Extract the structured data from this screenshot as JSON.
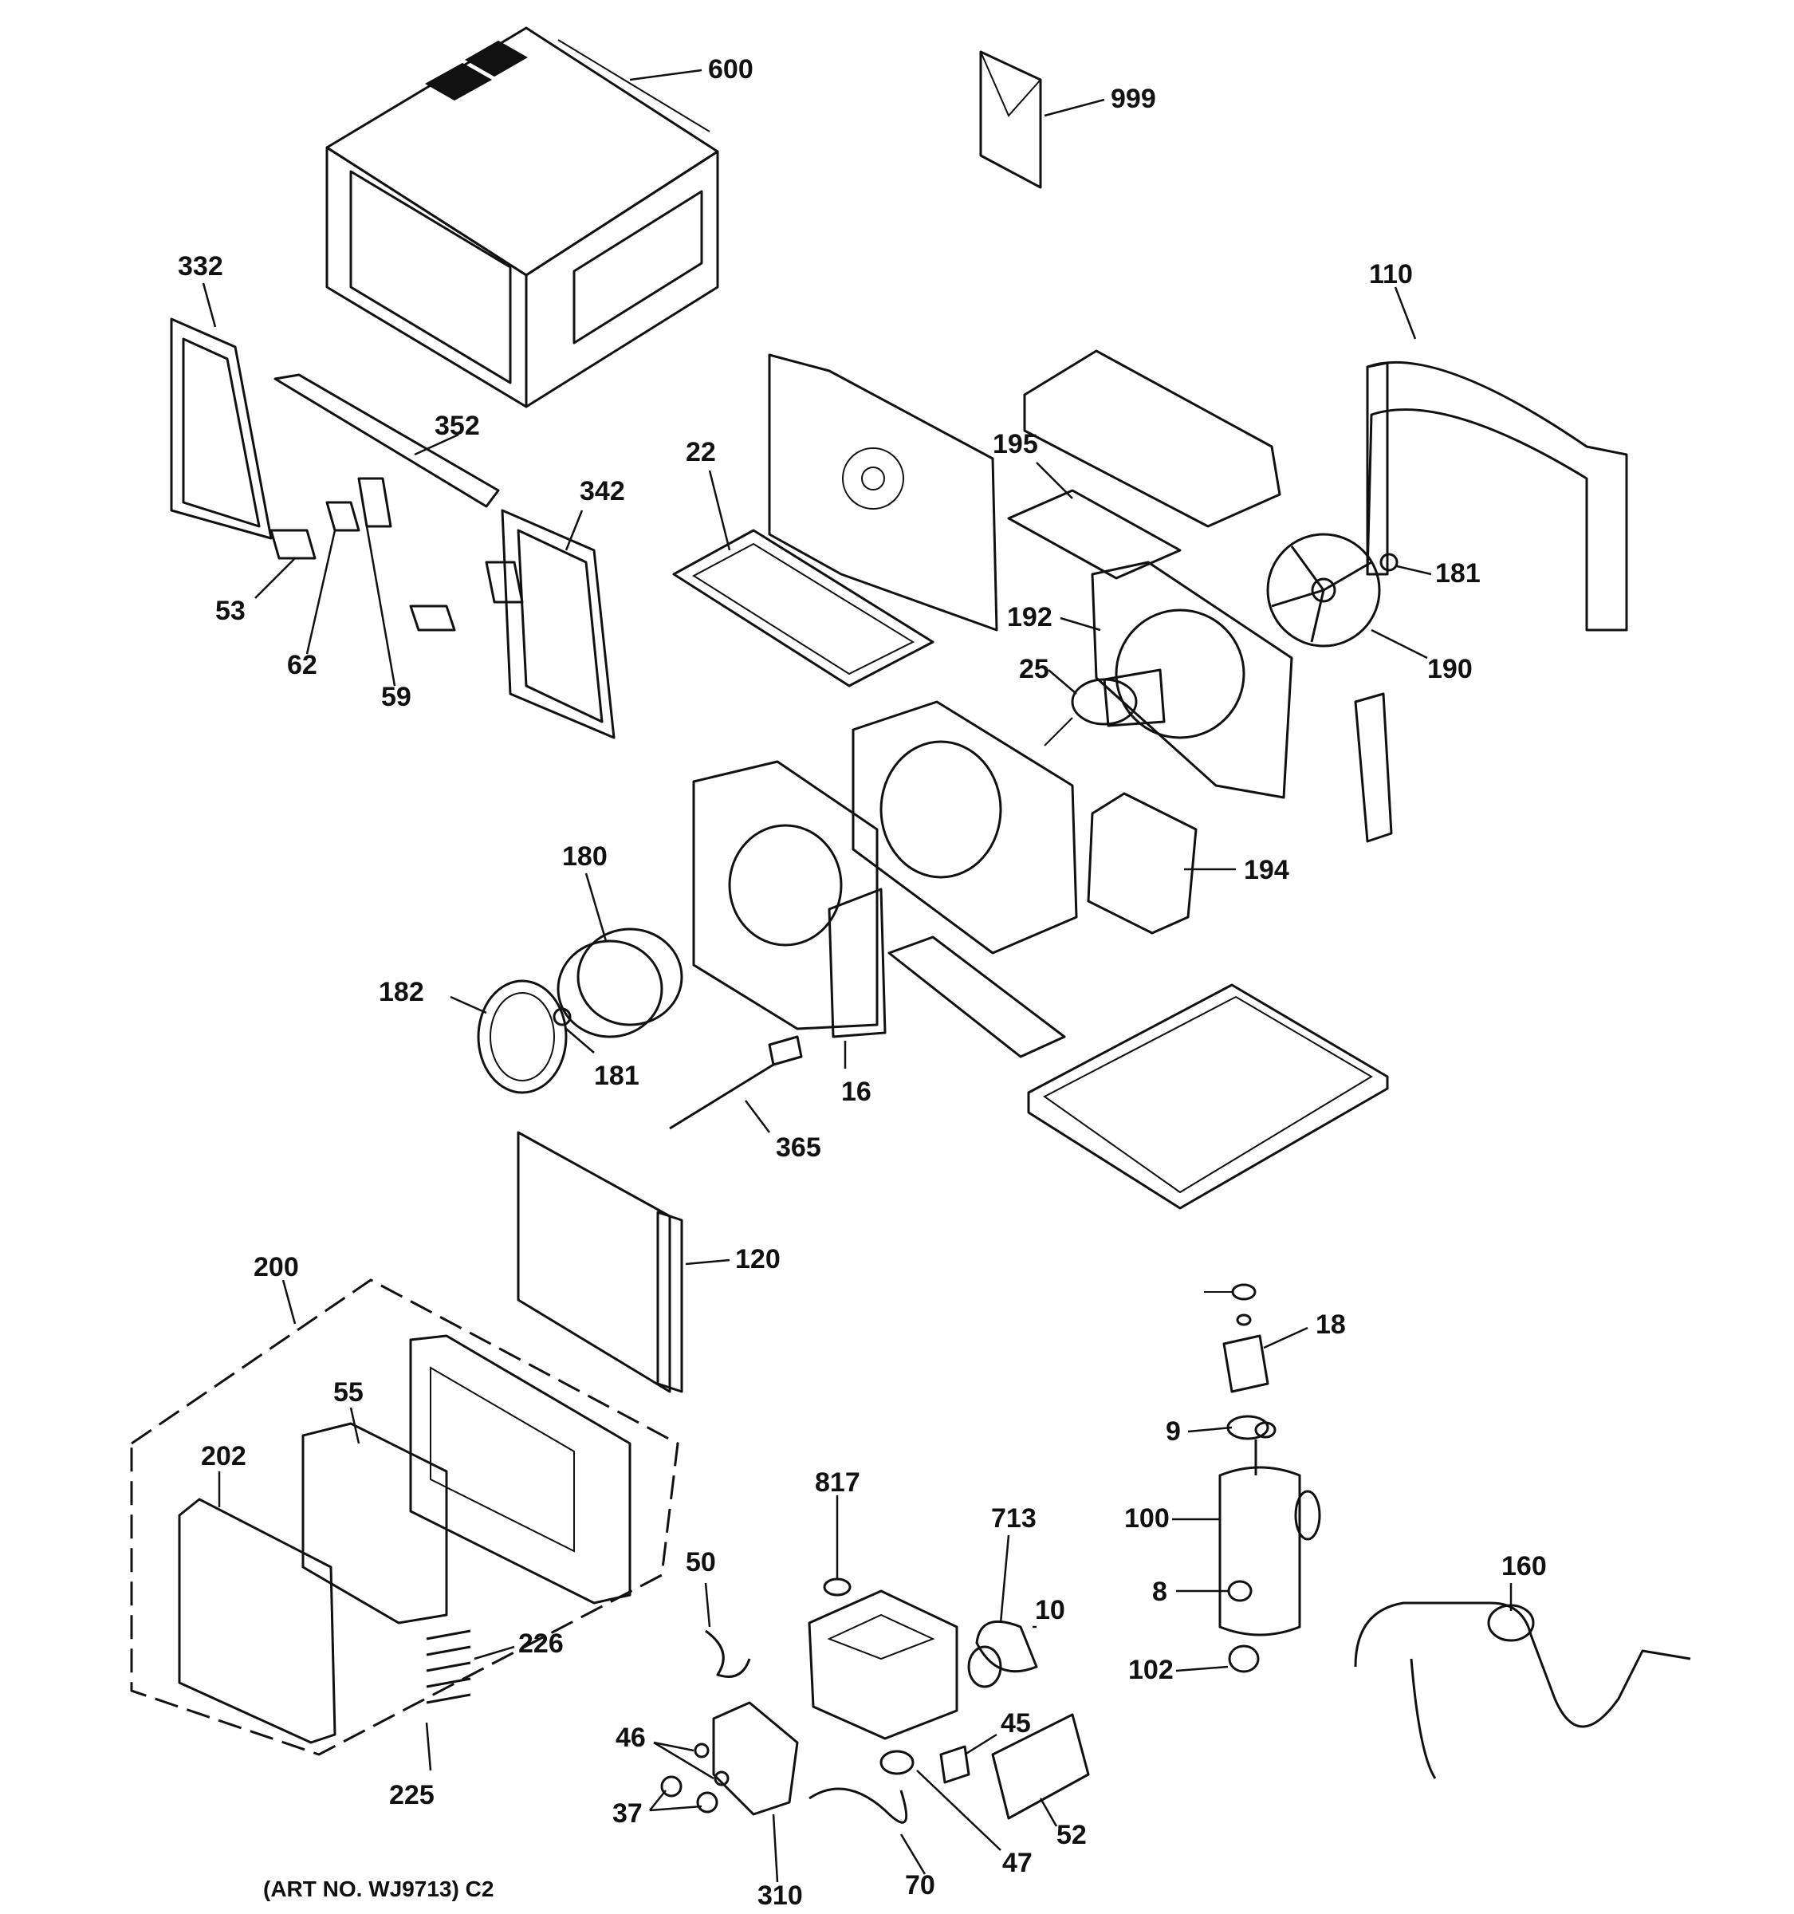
{
  "callouts": {
    "c600": "600",
    "c999": "999",
    "c332": "332",
    "c110": "110",
    "c352": "352",
    "c22": "22",
    "c342": "342",
    "c195": "195",
    "c181a": "181",
    "c53": "53",
    "c62": "62",
    "c59": "59",
    "c192": "192",
    "c190": "190",
    "c25": "25",
    "c180": "180",
    "c194": "194",
    "c182": "182",
    "c181b": "181",
    "c16": "16",
    "c365": "365",
    "c120": "120",
    "c200": "200",
    "c18": "18",
    "c55": "55",
    "c202": "202",
    "c9": "9",
    "c817": "817",
    "c713": "713",
    "c100": "100",
    "c160": "160",
    "c50": "50",
    "c10": "10",
    "c8": "8",
    "c226": "226",
    "c102": "102",
    "c46": "46",
    "c45": "45",
    "c225": "225",
    "c37": "37",
    "c52": "52",
    "c70": "70",
    "c47": "47",
    "c310": "310"
  },
  "caption": "(ART NO. WJ9713) C2"
}
